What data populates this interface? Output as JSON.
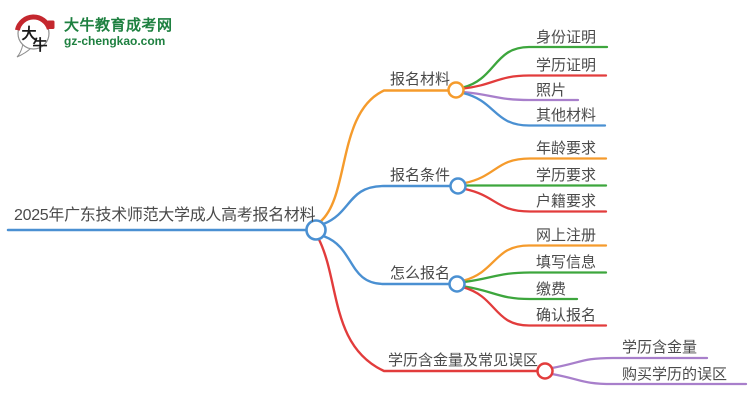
{
  "logo": {
    "icon_chars": "大牛",
    "icon_char_1": "大",
    "icon_char_2": "牛",
    "site_name": "大牛教育成考网",
    "site_url": "gz-chengkao.com"
  },
  "palette": {
    "blue": "#4a90d2",
    "orange": "#f59b2c",
    "green": "#3da63d",
    "red": "#e23c3c",
    "purple": "#a87fcb",
    "text": "#4a4a4a",
    "logo_green": "#1e8040",
    "logo_red": "#c4272e"
  },
  "mindmap": {
    "root": {
      "label": "2025年广东技术师范大学成人高考报名材料",
      "color": "#4a90d2"
    },
    "branches": [
      {
        "label": "报名材料",
        "color": "#f59b2c",
        "children": [
          {
            "label": "身份证明",
            "color": "#3da63d"
          },
          {
            "label": "学历证明",
            "color": "#e23c3c"
          },
          {
            "label": "照片",
            "color": "#a87fcb"
          },
          {
            "label": "其他材料",
            "color": "#4a90d2"
          }
        ]
      },
      {
        "label": "报名条件",
        "color": "#4a90d2",
        "children": [
          {
            "label": "年龄要求",
            "color": "#f59b2c"
          },
          {
            "label": "学历要求",
            "color": "#3da63d"
          },
          {
            "label": "户籍要求",
            "color": "#e23c3c"
          }
        ]
      },
      {
        "label": "怎么报名",
        "color": "#4a90d2",
        "children": [
          {
            "label": "网上注册",
            "color": "#f59b2c"
          },
          {
            "label": "填写信息",
            "color": "#3da63d"
          },
          {
            "label": "缴费",
            "color": "#3da63d"
          },
          {
            "label": "确认报名",
            "color": "#e23c3c"
          }
        ]
      },
      {
        "label": "学历含金量及常见误区",
        "color": "#e23c3c",
        "children": [
          {
            "label": "学历含金量",
            "color": "#a87fcb"
          },
          {
            "label": "购买学历的误区",
            "color": "#a87fcb"
          }
        ]
      }
    ]
  }
}
